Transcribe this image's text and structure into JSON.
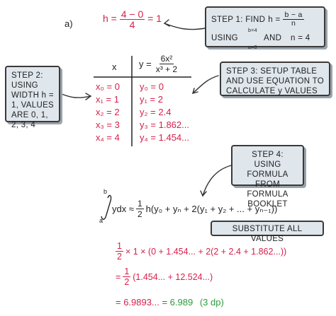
{
  "part_a": {
    "label": "a)",
    "h_lhs": "h =",
    "h_num": "4 − 0",
    "h_den": "4",
    "h_rhs": "= 1"
  },
  "step1": {
    "title": "STEP 1: FIND",
    "h_eq": "h =",
    "h_num": "b − a",
    "h_den": "n",
    "using": "USING",
    "upper": "b=4",
    "lower": "a=0",
    "and": "AND",
    "n_eq": "n = 4"
  },
  "step2": {
    "text": "STEP 2: USING WIDTH h = 1, VALUES ARE 0, 1, 2, 3, 4"
  },
  "step3": {
    "text": "STEP 3: SETUP TABLE AND USE EQUATION TO CALCULATE y VALUES"
  },
  "step4": {
    "text": "STEP 4: USING FORMULA FROM FORMULA BOOKLET"
  },
  "table": {
    "x_header": "x",
    "y_header_lhs": "y =",
    "y_header_num": "6x²",
    "y_header_den": "x³ + 2",
    "x_values": [
      "x₀ = 0",
      "x₁ = 1",
      "x₂ = 2",
      "x₃ = 3",
      "x₄ = 4"
    ],
    "y_values": [
      "y₀ = 0",
      "y₁ = 2",
      "y₂ = 2.4",
      "y₃ = 1.862...",
      "y₄ = 1.454..."
    ]
  },
  "formula": {
    "upper": "b",
    "lower": "a",
    "integrand": "ydx ≈",
    "half_num": "1",
    "half_den": "2",
    "body": "h(y₀ + yₙ + 2(y₁ + y₂ + ... + yₙ₋₁))"
  },
  "substitute_label": "SUBSTITUTE ALL VALUES",
  "calc1": {
    "half_num": "1",
    "half_den": "2",
    "body": "× 1 × (0 + 1.454... + 2(2 + 2.4 + 1.862...))"
  },
  "calc2": {
    "eq": "=",
    "half_num": "1",
    "half_den": "2",
    "body": "(1.454... + 12.524...)"
  },
  "final": {
    "value": "= 6.9893...",
    "eq": "=",
    "answer": "6.989",
    "dp": "(3 dp)"
  },
  "colors": {
    "working": "#d6204a",
    "answer": "#2a9c3a",
    "box_fill": "#dfe6ec"
  }
}
